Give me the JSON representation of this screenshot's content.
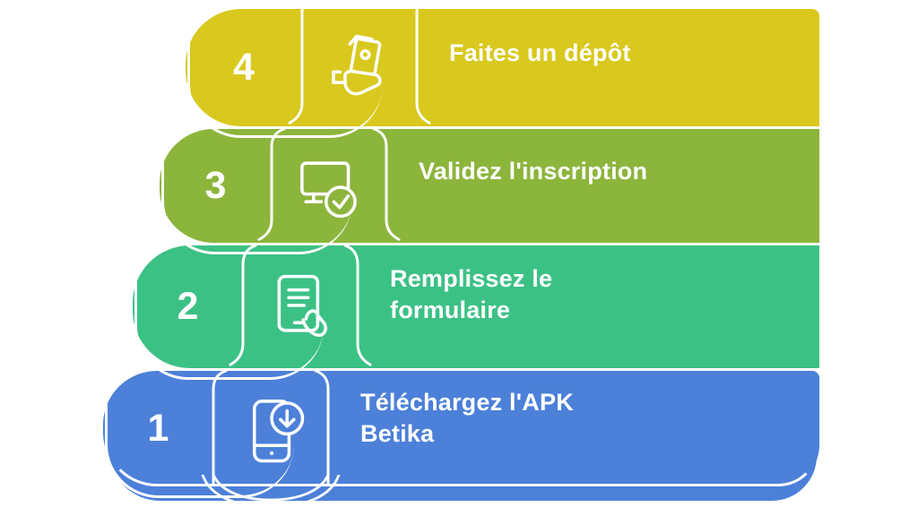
{
  "figure": {
    "type": "numbered-steps-infographic",
    "background": "#ffffff",
    "text_color": "#ffffff"
  },
  "steps": [
    {
      "number": "1",
      "label": "Téléchargez l'APK\nBetika",
      "icon": "phone-download-icon",
      "color": "#4c80d9"
    },
    {
      "number": "2",
      "label": "Remplissez le\nformulaire",
      "icon": "form-hand-icon",
      "color": "#3cc185"
    },
    {
      "number": "3",
      "label": "Validez l'inscription",
      "icon": "monitor-check-icon",
      "color": "#8cb53c"
    },
    {
      "number": "4",
      "label": "Faites un dépôt",
      "icon": "hand-cash-icon",
      "color": "#d9c81d"
    }
  ]
}
